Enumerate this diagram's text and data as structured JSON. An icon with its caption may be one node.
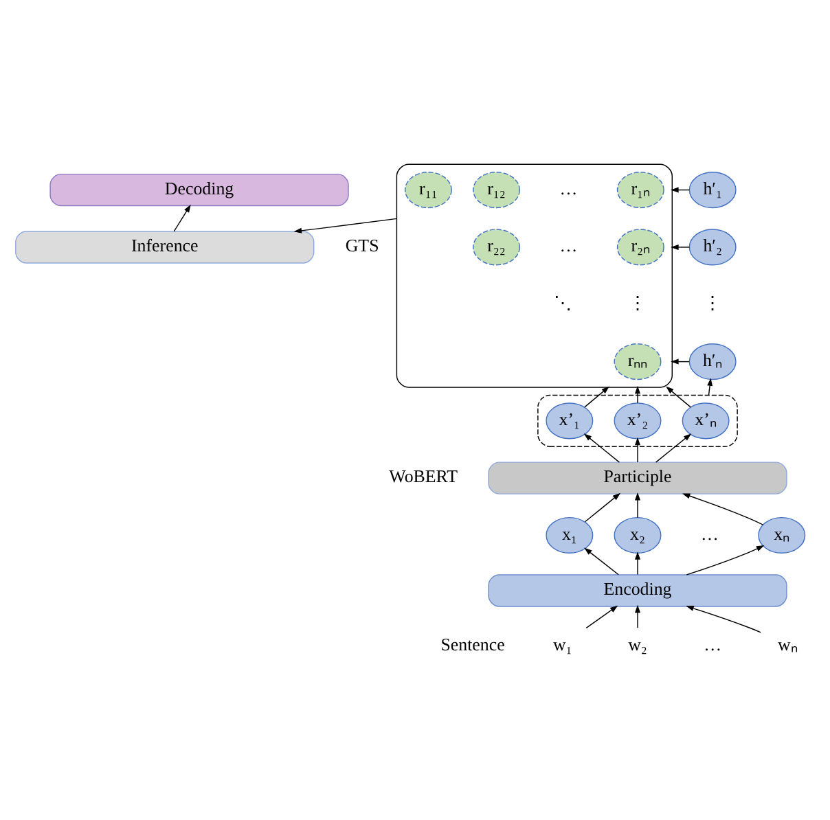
{
  "diagram": {
    "nodes": [
      {
        "text": [
          "Decoding"
        ]
      },
      {
        "text": [
          "Inference"
        ]
      },
      {
        "text": [],
        "shape": "box"
      },
      {
        "text": [
          "r₁₁"
        ],
        "in": 2
      },
      {
        "text": [
          "r₁₂"
        ],
        "in": 2
      },
      {
        "text": [
          "r₁ₙ"
        ],
        "in": 2
      },
      {
        "text": [
          "r₂₂"
        ],
        "in": 2
      },
      {
        "text": [
          "r₂ₙ"
        ],
        "in": 2
      },
      {
        "text": [
          "rₙₙ"
        ],
        "in": 2
      },
      {
        "text": [
          "h′₁"
        ]
      },
      {
        "text": [
          "h′₂"
        ]
      },
      {
        "text": [
          "h′ₙ"
        ]
      },
      {
        "text": [],
        "shape": "box"
      },
      {
        "text": [
          "x’₁"
        ],
        "in": 12
      },
      {
        "text": [
          "x’₂"
        ],
        "in": 12
      },
      {
        "text": [
          "x’ₙ"
        ],
        "in": 12
      },
      {
        "text": [
          "Participle"
        ]
      },
      {
        "text": [
          "x₁"
        ]
      },
      {
        "text": [
          "x₂"
        ]
      },
      {
        "text": [
          "xₙ"
        ]
      },
      {
        "text": [
          "Encoding"
        ]
      },
      {
        "text": [
          "w₁"
        ]
      },
      {
        "text": [
          "w₂"
        ]
      },
      {
        "text": [
          "wₙ"
        ]
      }
    ],
    "edges": [
      {
        "from": 1,
        "to": 0,
        "arrow": "to"
      },
      {
        "from": 2,
        "to": 1,
        "arrow": "to"
      },
      {
        "from": 9,
        "to": 2,
        "arrow": "to"
      },
      {
        "from": 10,
        "to": 2,
        "arrow": "to"
      },
      {
        "from": 11,
        "to": 2,
        "arrow": "to"
      },
      {
        "from": 13,
        "to": 2,
        "arrow": "to"
      },
      {
        "from": 14,
        "to": 2,
        "arrow": "to"
      },
      {
        "from": 15,
        "to": 2,
        "arrow": "to"
      },
      {
        "from": 12,
        "to": 11,
        "arrow": "to"
      },
      {
        "from": 16,
        "to": 13,
        "arrow": "to"
      },
      {
        "from": 16,
        "to": 14,
        "arrow": "to"
      },
      {
        "from": 16,
        "to": 15,
        "arrow": "to"
      },
      {
        "from": 17,
        "to": 16,
        "arrow": "to"
      },
      {
        "from": 18,
        "to": 16,
        "arrow": "to"
      },
      {
        "from": 19,
        "to": 16,
        "arrow": "to"
      },
      {
        "from": 20,
        "to": 17,
        "arrow": "to"
      },
      {
        "from": 20,
        "to": 18,
        "arrow": "to"
      },
      {
        "from": 20,
        "to": 19,
        "arrow": "to"
      },
      {
        "from": 21,
        "to": 20,
        "arrow": "to"
      },
      {
        "from": 22,
        "to": 20,
        "arrow": "to"
      },
      {
        "from": 23,
        "to": 20,
        "arrow": "to"
      }
    ],
    "labels": [
      "GTS",
      "…",
      "…",
      "⋱",
      "⋮",
      "⋮",
      "WoBERT",
      "…",
      "Sentence",
      "…"
    ]
  }
}
